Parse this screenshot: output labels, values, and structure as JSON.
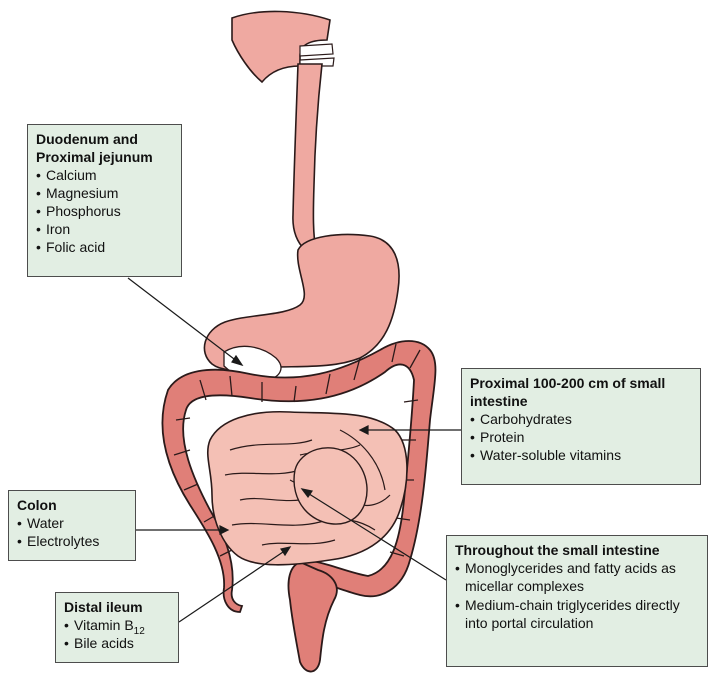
{
  "callouts": {
    "duodenum": {
      "title": "Duodenum and Proximal jejunum",
      "items": [
        "Calcium",
        "Magnesium",
        "Phosphorus",
        "Iron",
        "Folic acid"
      ]
    },
    "proximal": {
      "title": "Proximal 100-200 cm of small intestine",
      "items": [
        "Carbohydrates",
        "Protein",
        "Water-soluble vitamins"
      ]
    },
    "colon": {
      "title": "Colon",
      "items": [
        "Water",
        "Electrolytes"
      ]
    },
    "throughout": {
      "title": "Throughout the small intestine",
      "items": [
        "Monoglycerides and fatty acids as micellar complexes",
        "Medium-chain triglycerides directly into portal circulation"
      ]
    },
    "distal": {
      "title": "Distal ileum",
      "item_b12_text": "Vitamin B",
      "item_b12_subscript": "12",
      "item_bile": "Bile acids"
    }
  },
  "colors": {
    "organ_fill": "#efa9a1",
    "colon_fill": "#e07f78",
    "small_intestine_fill": "#f4c0b5",
    "outline": "#2b1a1a",
    "callout_fill": "#e2eee3",
    "callout_border": "#4d4d4d"
  }
}
